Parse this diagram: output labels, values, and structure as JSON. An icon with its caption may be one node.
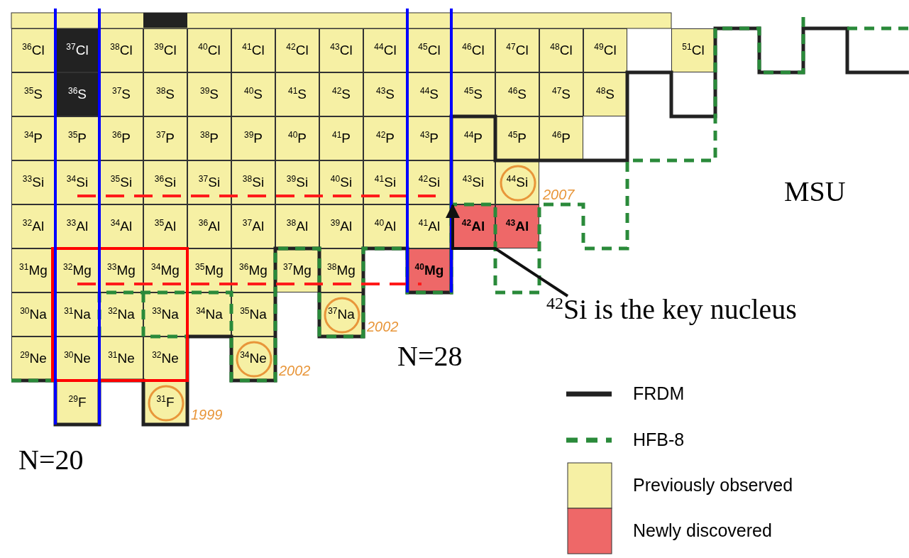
{
  "diagram": {
    "nodes": [
      {
        "text": [
          "$^{36}$Cl"
        ]
      },
      {
        "text": [
          "$^{37}$Cl"
        ]
      },
      {
        "text": [
          "$^{38}$Cl"
        ]
      },
      {
        "text": [
          "$^{39}$Cl"
        ]
      },
      {
        "text": [
          "$^{40}$Cl"
        ]
      },
      {
        "text": [
          "$^{41}$Cl"
        ]
      },
      {
        "text": [
          "$^{42}$Cl"
        ]
      },
      {
        "text": [
          "$^{43}$Cl"
        ]
      },
      {
        "text": [
          "$^{44}$Cl"
        ]
      },
      {
        "text": [
          "$^{45}$Cl"
        ]
      },
      {
        "text": [
          "$^{46}$Cl"
        ]
      },
      {
        "text": [
          "$^{47}$Cl"
        ]
      },
      {
        "text": [
          "$^{48}$Cl"
        ]
      },
      {
        "text": [
          "$^{49}$Cl"
        ]
      },
      {
        "text": [
          "$^{51}$Cl"
        ]
      },
      {
        "text": [
          "$^{35}$S"
        ]
      },
      {
        "text": [
          "$^{36}$S"
        ]
      },
      {
        "text": [
          "$^{37}$S"
        ]
      },
      {
        "text": [
          "$^{38}$S"
        ]
      },
      {
        "text": [
          "$^{39}$S"
        ]
      },
      {
        "text": [
          "$^{40}$S"
        ]
      },
      {
        "text": [
          "$^{41}$S"
        ]
      },
      {
        "text": [
          "$^{42}$S"
        ]
      },
      {
        "text": [
          "$^{43}$S"
        ]
      },
      {
        "text": [
          "$^{44}$S"
        ]
      },
      {
        "text": [
          "$^{45}$S"
        ]
      },
      {
        "text": [
          "$^{46}$S"
        ]
      },
      {
        "text": [
          "$^{47}$S"
        ]
      },
      {
        "text": [
          "$^{48}$S"
        ]
      },
      {
        "text": [
          "$^{34}$P"
        ]
      },
      {
        "text": [
          "$^{35}$P"
        ]
      },
      {
        "text": [
          "$^{36}$P"
        ]
      },
      {
        "text": [
          "$^{37}$P"
        ]
      },
      {
        "text": [
          "$^{38}$P"
        ]
      },
      {
        "text": [
          "$^{39}$P"
        ]
      },
      {
        "text": [
          "$^{40}$P"
        ]
      },
      {
        "text": [
          "$^{41}$P"
        ]
      },
      {
        "text": [
          "$^{42}$P"
        ]
      },
      {
        "text": [
          "$^{43}$P"
        ]
      },
      {
        "text": [
          "$^{44}$P"
        ]
      },
      {
        "text": [
          "$^{45}$P"
        ]
      },
      {
        "text": [
          "$^{46}$P"
        ]
      },
      {
        "text": [
          "$^{33}$Si"
        ]
      },
      {
        "text": [
          "$^{34}$Si"
        ]
      },
      {
        "text": [
          "$^{35}$Si"
        ]
      },
      {
        "text": [
          "$^{36}$Si"
        ]
      },
      {
        "text": [
          "$^{37}$Si"
        ]
      },
      {
        "text": [
          "$^{38}$Si"
        ]
      },
      {
        "text": [
          "$^{39}$Si"
        ]
      },
      {
        "text": [
          "$^{40}$Si"
        ]
      },
      {
        "text": [
          "$^{41}$Si"
        ]
      },
      {
        "text": [
          "$^{42}$Si"
        ]
      },
      {
        "text": [
          "$^{43}$Si"
        ]
      },
      {
        "text": [
          "$^{44}$Si"
        ],
        "beside": [
          "2007"
        ]
      },
      {
        "text": [
          "$^{32}$Al"
        ]
      },
      {
        "text": [
          "$^{33}$Al"
        ]
      },
      {
        "text": [
          "$^{34}$Al"
        ]
      },
      {
        "text": [
          "$^{35}$Al"
        ]
      },
      {
        "text": [
          "$^{36}$Al"
        ]
      },
      {
        "text": [
          "$^{37}$Al"
        ]
      },
      {
        "text": [
          "$^{38}$Al"
        ]
      },
      {
        "text": [
          "$^{39}$Al"
        ]
      },
      {
        "text": [
          "$^{40}$Al"
        ]
      },
      {
        "text": [
          "$^{41}$Al"
        ]
      },
      {
        "text": [
          "$^{42}$Al"
        ]
      },
      {
        "text": [
          "$^{43}$Al"
        ]
      },
      {
        "text": [
          "$^{31}$Mg"
        ]
      },
      {
        "text": [
          "$^{32}$Mg"
        ]
      },
      {
        "text": [
          "$^{33}$Mg"
        ]
      },
      {
        "text": [
          "$^{34}$Mg"
        ]
      },
      {
        "text": [
          "$^{35}$Mg"
        ]
      },
      {
        "text": [
          "$^{36}$Mg"
        ]
      },
      {
        "text": [
          "$^{37}$Mg"
        ]
      },
      {
        "text": [
          "$^{38}$Mg"
        ]
      },
      {
        "text": [
          "$^{40}$Mg"
        ]
      },
      {
        "text": [
          "$^{30}$Na"
        ]
      },
      {
        "text": [
          "$^{31}$Na"
        ]
      },
      {
        "text": [
          "$^{32}$Na"
        ]
      },
      {
        "text": [
          "$^{33}$Na"
        ]
      },
      {
        "text": [
          "$^{34}$Na"
        ]
      },
      {
        "text": [
          "$^{35}$Na"
        ]
      },
      {
        "text": [
          "$^{37}$Na"
        ],
        "beside": [
          "2002"
        ]
      },
      {
        "text": [
          "$^{29}$Ne"
        ]
      },
      {
        "text": [
          "$^{30}$Ne"
        ]
      },
      {
        "text": [
          "$^{31}$Ne"
        ]
      },
      {
        "text": [
          "$^{32}$Ne"
        ]
      },
      {
        "text": [
          "$^{34}$Ne"
        ],
        "beside": [
          "2002"
        ]
      },
      {
        "text": [
          "$^{29}$F"
        ]
      },
      {
        "text": [
          "$^{31}$F"
        ],
        "beside": [
          "1999"
        ]
      },
      {
        "text": [
          "$^{42}$Si is the key nucleus"
        ]
      }
    ],
    "edges": [
      {
        "from": 89,
        "to": 51,
        "arrow": "to"
      }
    ],
    "labels": [
      "MSU",
      "N=28",
      "N=20"
    ],
    "legend": [
      {
        "text": "FRDM"
      },
      {
        "text": "HFB-8"
      },
      {
        "text": "Previously observed",
        "color": "#f6f0a4"
      },
      {
        "text": "Newly discovered",
        "color": "#ee6868"
      }
    ]
  }
}
